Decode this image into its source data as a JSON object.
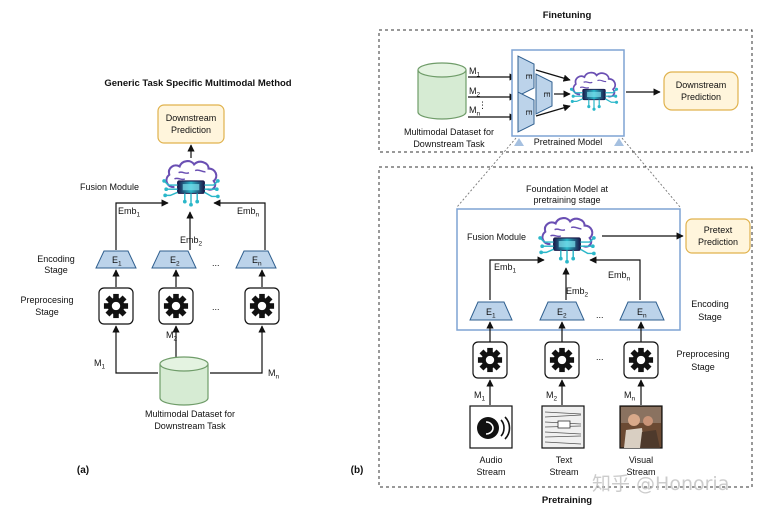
{
  "panel_a": {
    "title": "Generic Task Specific Multimodal  Method",
    "downstream_prediction": [
      "Downstream",
      "Prediction"
    ],
    "fusion_module": "Fusion Module",
    "emb": [
      "Emb",
      "1",
      "Emb",
      "2",
      "Emb",
      "n"
    ],
    "encoding_stage": [
      "Encoding",
      "Stage"
    ],
    "preprocessing_stage": [
      "Preprocesing",
      "Stage"
    ],
    "encoders": [
      "E",
      "1",
      "E",
      "2",
      "E",
      "n"
    ],
    "ellipsis": "...",
    "modalities": [
      "M",
      "1",
      "M",
      "2",
      "M",
      "n"
    ],
    "dataset": [
      "Multimodal Dataset for",
      "Downstream Task"
    ],
    "label": "(a)"
  },
  "panel_b": {
    "finetuning": "Finetuning",
    "modalities_top": [
      "M",
      "1",
      "M",
      "2",
      "M",
      "n"
    ],
    "vdots": "⋮",
    "encoders_top": [
      "E",
      "E",
      "E"
    ],
    "dataset": [
      "Multimodal Dataset for",
      "Downstream Task"
    ],
    "pretrained_model": "Pretrained Model",
    "downstream_prediction": [
      "Downstream",
      "Prediction"
    ],
    "foundation_model": [
      "Foundation Model at",
      "pretraining stage"
    ],
    "fusion_module": "Fusion Module",
    "pretext_prediction": [
      "Pretext",
      "Prediction"
    ],
    "emb": [
      "Emb",
      "1",
      "Emb",
      "2",
      "Emb",
      "n"
    ],
    "encoders": [
      "E",
      "1",
      "E",
      "2",
      "E",
      "n"
    ],
    "ellipsis": "...",
    "encoding_stage": [
      "Encoding",
      "Stage"
    ],
    "preprocessing_stage": [
      "Preprocesing",
      "Stage"
    ],
    "modalities": [
      "M",
      "1",
      "M",
      "2",
      "M",
      "n"
    ],
    "streams": [
      "Audio",
      "Stream",
      "Text",
      "Stream",
      "Visual",
      "Stream"
    ],
    "pretraining": "Pretraining",
    "label": "(b)"
  },
  "watermark": "知乎 @Honoria",
  "colors": {
    "encoder_fill": "#bcd3ea",
    "prediction_fill": "#fff5dc",
    "prediction_border": "#e0b24d",
    "cylinder_fill": "#d6ebd3",
    "brain_outline": "#6a4fb3",
    "chip_cyan": "#2bb7c9",
    "frame_blue": "#7ea3d3"
  },
  "icons": [
    "gear-icon",
    "brain-chip-icon",
    "database-icon",
    "audio-speaker-icon",
    "text-noise-image",
    "photo-image"
  ]
}
